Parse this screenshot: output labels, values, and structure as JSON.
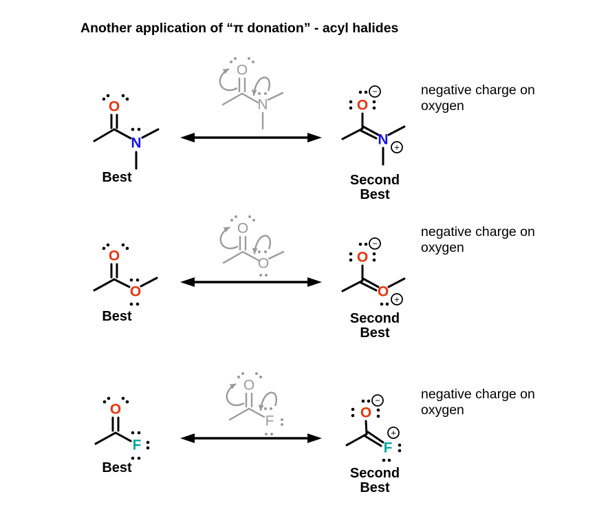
{
  "title": "Another application of “π donation” - acyl halides",
  "colors": {
    "oxygen": "#e8350e",
    "nitrogen": "#1414e6",
    "fluorine": "#00ab9b",
    "gray": "#9a9a9a",
    "black": "#000000"
  },
  "symbols": {
    "minus": "−",
    "plus": "+"
  },
  "rows": [
    {
      "left": {
        "carbonyl_atom": "O",
        "heteroatom": "N",
        "label": "Best"
      },
      "middle": {
        "carbonyl_atom": "O",
        "heteroatom": "N"
      },
      "right": {
        "carbonyl_atom": "O",
        "heteroatom": "N",
        "label_line1": "Second",
        "label_line2": "Best"
      },
      "note_line1": "negative charge on",
      "note_line2": "oxygen"
    },
    {
      "left": {
        "carbonyl_atom": "O",
        "heteroatom": "O",
        "label": "Best"
      },
      "middle": {
        "carbonyl_atom": "O",
        "heteroatom": "O"
      },
      "right": {
        "carbonyl_atom": "O",
        "heteroatom": "O",
        "label_line1": "Second",
        "label_line2": "Best"
      },
      "note_line1": "negative charge on",
      "note_line2": "oxygen"
    },
    {
      "left": {
        "carbonyl_atom": "O",
        "heteroatom": "F",
        "label": "Best"
      },
      "middle": {
        "carbonyl_atom": "O",
        "heteroatom": "F"
      },
      "right": {
        "carbonyl_atom": "O",
        "heteroatom": "F",
        "label_line1": "Second",
        "label_line2": "Best"
      },
      "note_line1": "negative charge on",
      "note_line2": "oxygen"
    }
  ]
}
